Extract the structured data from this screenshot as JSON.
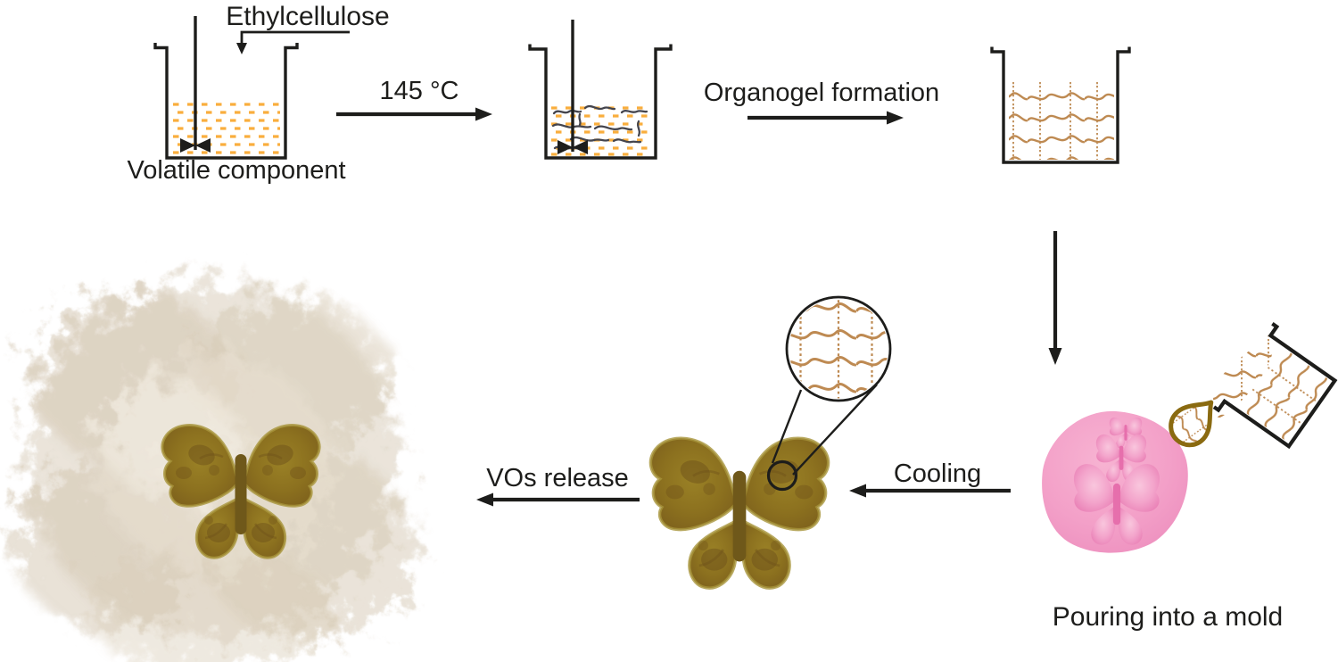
{
  "diagram": {
    "labels": {
      "ethylcellulose": "Ethylcellulose",
      "volatile_component": "Volatile component",
      "temperature": "145 °C",
      "organogel_formation": "Organogel formation",
      "pouring_into_a_mold": "Pouring into a mold",
      "cooling": "Cooling",
      "vos_release": "VOs release"
    },
    "colors": {
      "line_black": "#1D1D1B",
      "solvent_dash_orange": "#F9AE3D",
      "polymer_chain_gray": "#45454D",
      "network_brown": "#BE8A52",
      "droplet_outline_brown": "#8A6A10",
      "mold_pink": "#F3A0C8",
      "mold_cavity_pink": "#EE82B8",
      "gel_olive": "#8C711F",
      "vapor_cloud_tan": "#D6C9B4"
    }
  }
}
